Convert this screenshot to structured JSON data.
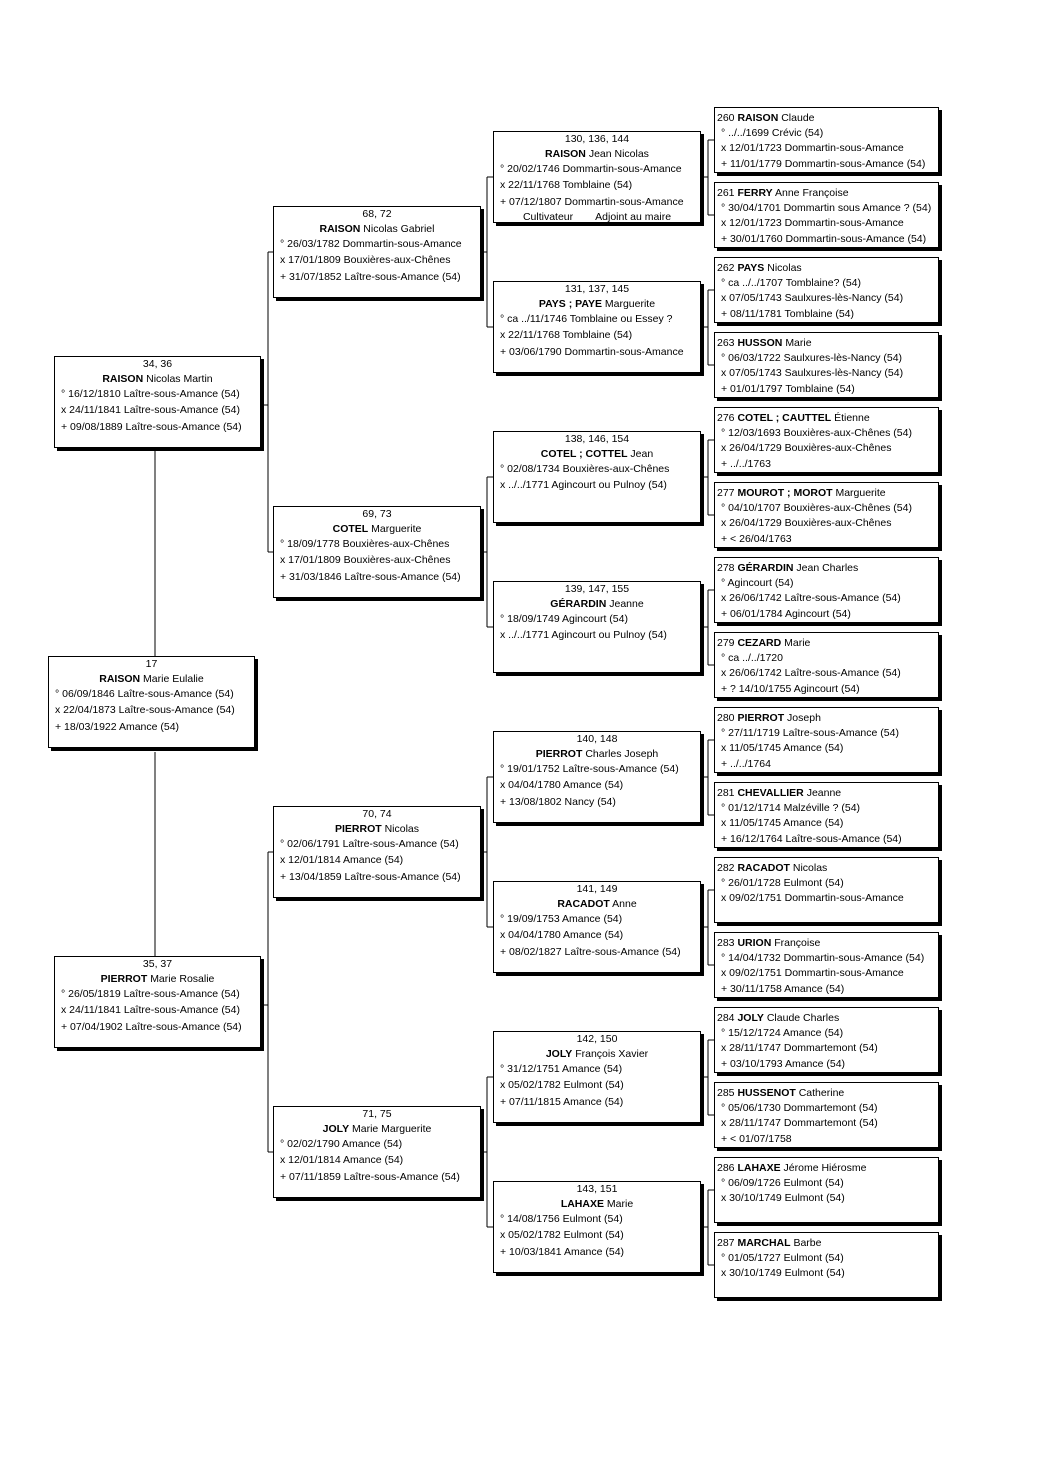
{
  "persons": [
    {
      "id": "p17",
      "refs": "17",
      "surname": "RAISON",
      "given": "Marie Eulalie",
      "lines": [
        "° 06/09/1846 Laître-sous-Amance (54)",
        "x 22/04/1873 Laître-sous-Amance (54)",
        "+ 18/03/1922 Amance (54)"
      ]
    },
    {
      "id": "p34",
      "refs": "34, 36",
      "surname": "RAISON",
      "given": "Nicolas Martin",
      "lines": [
        "° 16/12/1810 Laître-sous-Amance (54)",
        "x 24/11/1841 Laître-sous-Amance (54)",
        "+ 09/08/1889 Laître-sous-Amance (54)"
      ]
    },
    {
      "id": "p35",
      "refs": "35, 37",
      "surname": "PIERROT",
      "given": "Marie Rosalie",
      "lines": [
        "° 26/05/1819 Laître-sous-Amance (54)",
        "x 24/11/1841 Laître-sous-Amance (54)",
        "+ 07/04/1902 Laître-sous-Amance (54)"
      ]
    },
    {
      "id": "p68",
      "refs": "68, 72",
      "surname": "RAISON",
      "given": "Nicolas Gabriel",
      "lines": [
        "° 26/03/1782 Dommartin-sous-Amance",
        "x 17/01/1809 Bouxières-aux-Chênes",
        "+ 31/07/1852 Laître-sous-Amance (54)"
      ]
    },
    {
      "id": "p69",
      "refs": "69, 73",
      "surname": "COTEL",
      "given": "Marguerite",
      "lines": [
        "° 18/09/1778 Bouxières-aux-Chênes",
        "x 17/01/1809 Bouxières-aux-Chênes",
        "+ 31/03/1846 Laître-sous-Amance (54)"
      ]
    },
    {
      "id": "p70",
      "refs": "70, 74",
      "surname": "PIERROT",
      "given": "Nicolas",
      "lines": [
        "° 02/06/1791 Laître-sous-Amance (54)",
        "x 12/01/1814 Amance (54)",
        "+ 13/04/1859 Laître-sous-Amance (54)"
      ]
    },
    {
      "id": "p71",
      "refs": "71, 75",
      "surname": "JOLY",
      "given": "Marie Marguerite",
      "lines": [
        "° 02/02/1790 Amance (54)",
        "x 12/01/1814 Amance (54)",
        "+ 07/11/1859 Laître-sous-Amance (54)"
      ]
    },
    {
      "id": "p130",
      "refs": "130, 136, 144",
      "surname": "RAISON",
      "given": "Jean Nicolas",
      "lines": [
        "° 20/02/1746 Dommartin-sous-Amance",
        "x 22/11/1768 Tomblaine (54)",
        "+ 07/12/1807 Dommartin-sous-Amance"
      ],
      "notes": [
        "Cultivateur",
        "Adjoint au maire"
      ]
    },
    {
      "id": "p131",
      "refs": "131, 137, 145",
      "surname": "PAYS ; PAYE",
      "given": "Marguerite",
      "lines": [
        "° ca ../11/1746 Tomblaine ou Essey ?",
        "x 22/11/1768 Tomblaine (54)",
        "+ 03/06/1790 Dommartin-sous-Amance"
      ]
    },
    {
      "id": "p138",
      "refs": "138, 146, 154",
      "surname": "COTEL ; COTTEL",
      "given": "Jean",
      "lines": [
        "° 02/08/1734 Bouxières-aux-Chênes",
        "x ../../1771 Agincourt ou Pulnoy (54)"
      ]
    },
    {
      "id": "p139",
      "refs": "139, 147, 155",
      "surname": "GÉRARDIN",
      "given": "Jeanne",
      "lines": [
        "° 18/09/1749 Agincourt (54)",
        "x ../../1771 Agincourt ou Pulnoy (54)"
      ]
    },
    {
      "id": "p140",
      "refs": "140, 148",
      "surname": "PIERROT",
      "given": "Charles Joseph",
      "lines": [
        "° 19/01/1752 Laître-sous-Amance (54)",
        "x 04/04/1780 Amance (54)",
        "+ 13/08/1802 Nancy (54)"
      ]
    },
    {
      "id": "p141",
      "refs": "141, 149",
      "surname": "RACADOT",
      "given": "Anne",
      "lines": [
        "° 19/09/1753 Amance (54)",
        "x 04/04/1780 Amance (54)",
        "+ 08/02/1827 Laître-sous-Amance (54)"
      ]
    },
    {
      "id": "p142",
      "refs": "142, 150",
      "surname": "JOLY",
      "given": "François Xavier",
      "lines": [
        "° 31/12/1751 Amance (54)",
        "x 05/02/1782 Eulmont (54)",
        "+ 07/11/1815 Amance (54)"
      ]
    },
    {
      "id": "p143",
      "refs": "143, 151",
      "surname": "LAHAXE",
      "given": "Marie",
      "lines": [
        "° 14/08/1756 Eulmont (54)",
        "x 05/02/1782 Eulmont (54)",
        "+ 10/03/1841 Amance (54)"
      ]
    },
    {
      "id": "p260",
      "refs": "260",
      "surname": "RAISON",
      "given": "Claude",
      "lines": [
        "° ../../1699 Crévic (54)",
        "x 12/01/1723 Dommartin-sous-Amance",
        "+ 11/01/1779 Dommartin-sous-Amance (54)"
      ]
    },
    {
      "id": "p261",
      "refs": "261",
      "surname": "FERRY",
      "given": "Anne Françoise",
      "lines": [
        "° 30/04/1701 Dommartin sous Amance ? (54)",
        "x 12/01/1723 Dommartin-sous-Amance",
        "+ 30/01/1760 Dommartin-sous-Amance (54)"
      ]
    },
    {
      "id": "p262",
      "refs": "262",
      "surname": "PAYS",
      "given": "Nicolas",
      "lines": [
        "° ca ../../1707 Tomblaine? (54)",
        "x 07/05/1743 Saulxures-lès-Nancy (54)",
        "+ 08/11/1781 Tomblaine (54)"
      ]
    },
    {
      "id": "p263",
      "refs": "263",
      "surname": "HUSSON",
      "given": "Marie",
      "lines": [
        "° 06/03/1722 Saulxures-lès-Nancy (54)",
        "x 07/05/1743 Saulxures-lès-Nancy (54)",
        "+ 01/01/1797 Tomblaine (54)"
      ]
    },
    {
      "id": "p276",
      "refs": "276",
      "surname": "COTEL ; CAUTTEL",
      "given": "Étienne",
      "lines": [
        "° 12/03/1693 Bouxières-aux-Chênes (54)",
        "x 26/04/1729 Bouxières-aux-Chênes",
        "+ ../../1763"
      ]
    },
    {
      "id": "p277",
      "refs": "277",
      "surname": "MOUROT ; MOROT",
      "given": "Marguerite",
      "lines": [
        "° 04/10/1707 Bouxières-aux-Chênes (54)",
        "x 26/04/1729 Bouxières-aux-Chênes",
        "+ < 26/04/1763"
      ]
    },
    {
      "id": "p278",
      "refs": "278",
      "surname": "GÉRARDIN",
      "given": "Jean Charles",
      "lines": [
        "° Agincourt (54)",
        "x 26/06/1742 Laître-sous-Amance (54)",
        "+ 06/01/1784 Agincourt (54)"
      ]
    },
    {
      "id": "p279",
      "refs": "279",
      "surname": "CEZARD",
      "given": "Marie",
      "lines": [
        "° ca ../../1720",
        "x 26/06/1742 Laître-sous-Amance (54)",
        "+ ? 14/10/1755 Agincourt (54)"
      ]
    },
    {
      "id": "p280",
      "refs": "280",
      "surname": "PIERROT",
      "given": "Joseph",
      "lines": [
        "° 27/11/1719 Laître-sous-Amance (54)",
        "x 11/05/1745 Amance (54)",
        "+ ../../1764"
      ]
    },
    {
      "id": "p281",
      "refs": "281",
      "surname": "CHEVALLIER",
      "given": "Jeanne",
      "lines": [
        "° 01/12/1714 Malzéville ? (54)",
        "x 11/05/1745 Amance (54)",
        "+ 16/12/1764 Laître-sous-Amance (54)"
      ]
    },
    {
      "id": "p282",
      "refs": "282",
      "surname": "RACADOT",
      "given": "Nicolas",
      "lines": [
        "° 26/01/1728 Eulmont (54)",
        "x 09/02/1751 Dommartin-sous-Amance"
      ]
    },
    {
      "id": "p283",
      "refs": "283",
      "surname": "URION",
      "given": "Françoise",
      "lines": [
        "° 14/04/1732 Dommartin-sous-Amance (54)",
        "x 09/02/1751 Dommartin-sous-Amance",
        "+ 30/11/1758 Amance (54)"
      ]
    },
    {
      "id": "p284",
      "refs": "284",
      "surname": "JOLY",
      "given": "Claude Charles",
      "lines": [
        "° 15/12/1724 Amance (54)",
        "x 28/11/1747 Dommartemont (54)",
        "+ 03/10/1793 Amance (54)"
      ]
    },
    {
      "id": "p285",
      "refs": "285",
      "surname": "HUSSENOT",
      "given": "Catherine",
      "lines": [
        "° 05/06/1730 Dommartemont (54)",
        "x 28/11/1747 Dommartemont (54)",
        "+ < 01/07/1758"
      ]
    },
    {
      "id": "p286",
      "refs": "286",
      "surname": "LAHAXE",
      "given": "Jérome Hiérosme",
      "lines": [
        "° 06/09/1726 Eulmont (54)",
        "x 30/10/1749 Eulmont (54)"
      ]
    },
    {
      "id": "p287",
      "refs": "287",
      "surname": "MARCHAL",
      "given": "Barbe",
      "lines": [
        "° 01/05/1727 Eulmont (54)",
        "x 30/10/1749 Eulmont (54)"
      ]
    }
  ]
}
